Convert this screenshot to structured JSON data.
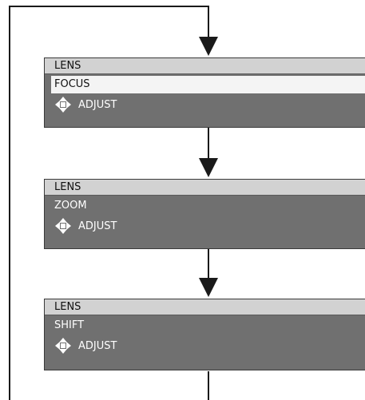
{
  "colors": {
    "line": "#1a1a1a",
    "panel_background": "#707070",
    "title_bar": "#d2d2d2",
    "selected_item": "#f4f4f4",
    "text_light": "#ffffff",
    "text_dark": "#111111"
  },
  "screens": [
    {
      "title": "LENS",
      "item": "FOCUS",
      "item_selected": true,
      "adjust_icon": "four-way-arrow-icon",
      "adjust_label": "ADJUST"
    },
    {
      "title": "LENS",
      "item": "ZOOM",
      "item_selected": false,
      "adjust_icon": "four-way-arrow-icon",
      "adjust_label": "ADJUST"
    },
    {
      "title": "LENS",
      "item": "SHIFT",
      "item_selected": false,
      "adjust_icon": "four-way-arrow-icon",
      "adjust_label": "ADJUST"
    }
  ]
}
